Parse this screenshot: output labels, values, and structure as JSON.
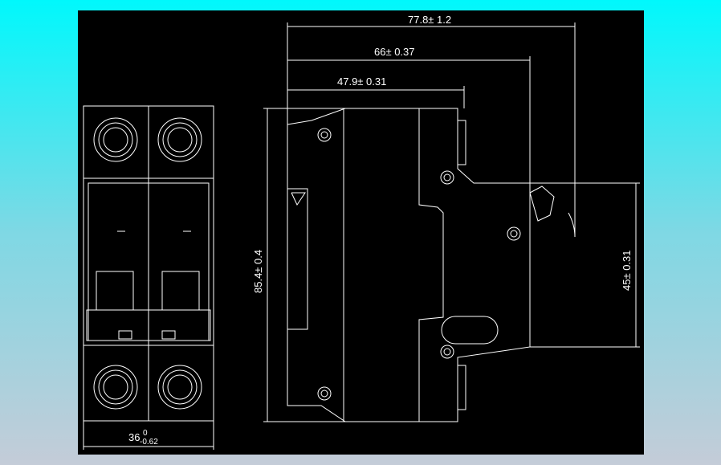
{
  "drawing": {
    "dimensions": {
      "overall_length": "77.8± 1.2",
      "length_mid": "66± 0.37",
      "length_short": "47.9± 0.31",
      "height": "85.4± 0.4",
      "rail_height": "45± 0.31",
      "width_main": "36",
      "width_tol_upper": "0",
      "width_tol_lower": "-0.62"
    },
    "colors": {
      "line": "#ffffff",
      "background": "#000000"
    }
  }
}
